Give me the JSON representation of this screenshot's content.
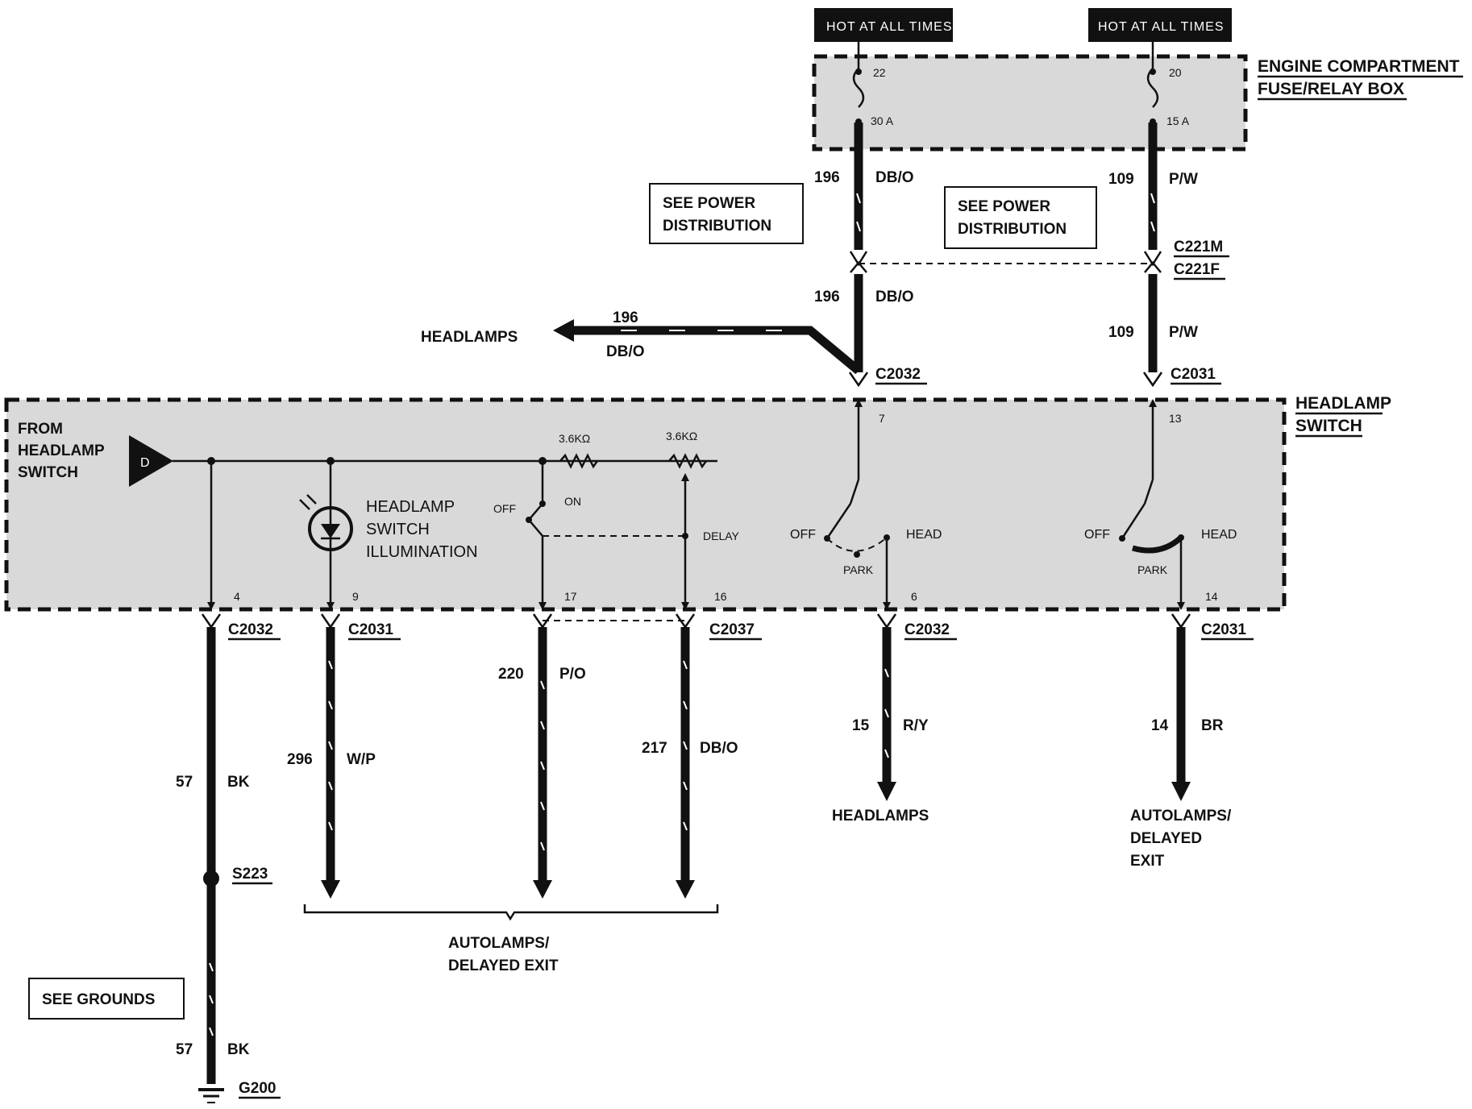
{
  "supply": {
    "hot_left": "HOT AT ALL TIMES",
    "hot_right": "HOT AT ALL TIMES",
    "fuse_left_no": "22",
    "fuse_left_amp": "30 A",
    "fuse_right_no": "20",
    "fuse_right_amp": "15 A",
    "box_title_1": "ENGINE COMPARTMENT",
    "box_title_2": "FUSE/RELAY BOX"
  },
  "refs": {
    "power_1a": "SEE POWER",
    "power_1b": "DISTRIBUTION",
    "power_2a": "SEE POWER",
    "power_2b": "DISTRIBUTION",
    "grounds": "SEE GROUNDS"
  },
  "wires": {
    "w196_num_a": "196",
    "w196_col_a": "DB/O",
    "w196_num_b": "196",
    "w196_col_b": "DB/O",
    "w196_num_c": "196",
    "w196_col_c": "DB/O",
    "w109_num_a": "109",
    "w109_col_a": "P/W",
    "w109_num_b": "109",
    "w109_col_b": "P/W",
    "w57_num_a": "57",
    "w57_col_a": "BK",
    "w57_num_b": "57",
    "w57_col_b": "BK",
    "w296_num": "296",
    "w296_col": "W/P",
    "w220_num": "220",
    "w220_col": "P/O",
    "w217_num": "217",
    "w217_col": "DB/O",
    "w15_num": "15",
    "w15_col": "R/Y",
    "w14_num": "14",
    "w14_col": "BR"
  },
  "connectors": {
    "c221m": "C221M",
    "c221f": "C221F",
    "c2032_top": "C2032",
    "c2031_top": "C2031",
    "c2032_a": "C2032",
    "c2031_a": "C2031",
    "c2037": "C2037",
    "c2032_b": "C2032",
    "c2031_b": "C2031",
    "s223": "S223",
    "g200": "G200"
  },
  "switch": {
    "title_1": "HEADLAMP",
    "title_2": "SWITCH",
    "from_1": "FROM",
    "from_2": "HEADLAMP",
    "from_3": "SWITCH",
    "d_marker": "D",
    "illum_1": "HEADLAMP",
    "illum_2": "SWITCH",
    "illum_3": "ILLUMINATION",
    "res_1": "3.6KΩ",
    "res_2": "3.6KΩ",
    "off_a": "OFF",
    "on_a": "ON",
    "delay": "DELAY",
    "off_b": "OFF",
    "head_b": "HEAD",
    "park_b": "PARK",
    "off_c": "OFF",
    "head_c": "HEAD",
    "park_c": "PARK",
    "pin_7": "7",
    "pin_13": "13",
    "pin_4": "4",
    "pin_9": "9",
    "pin_17": "17",
    "pin_16": "16",
    "pin_6": "6",
    "pin_14": "14"
  },
  "destinations": {
    "headlamps_left": "HEADLAMPS",
    "headlamps_bottom": "HEADLAMPS",
    "auto_right_1": "AUTOLAMPS/",
    "auto_right_2": "DELAYED",
    "auto_right_3": "EXIT",
    "auto_bottom_1": "AUTOLAMPS/",
    "auto_bottom_2": "DELAYED EXIT"
  }
}
